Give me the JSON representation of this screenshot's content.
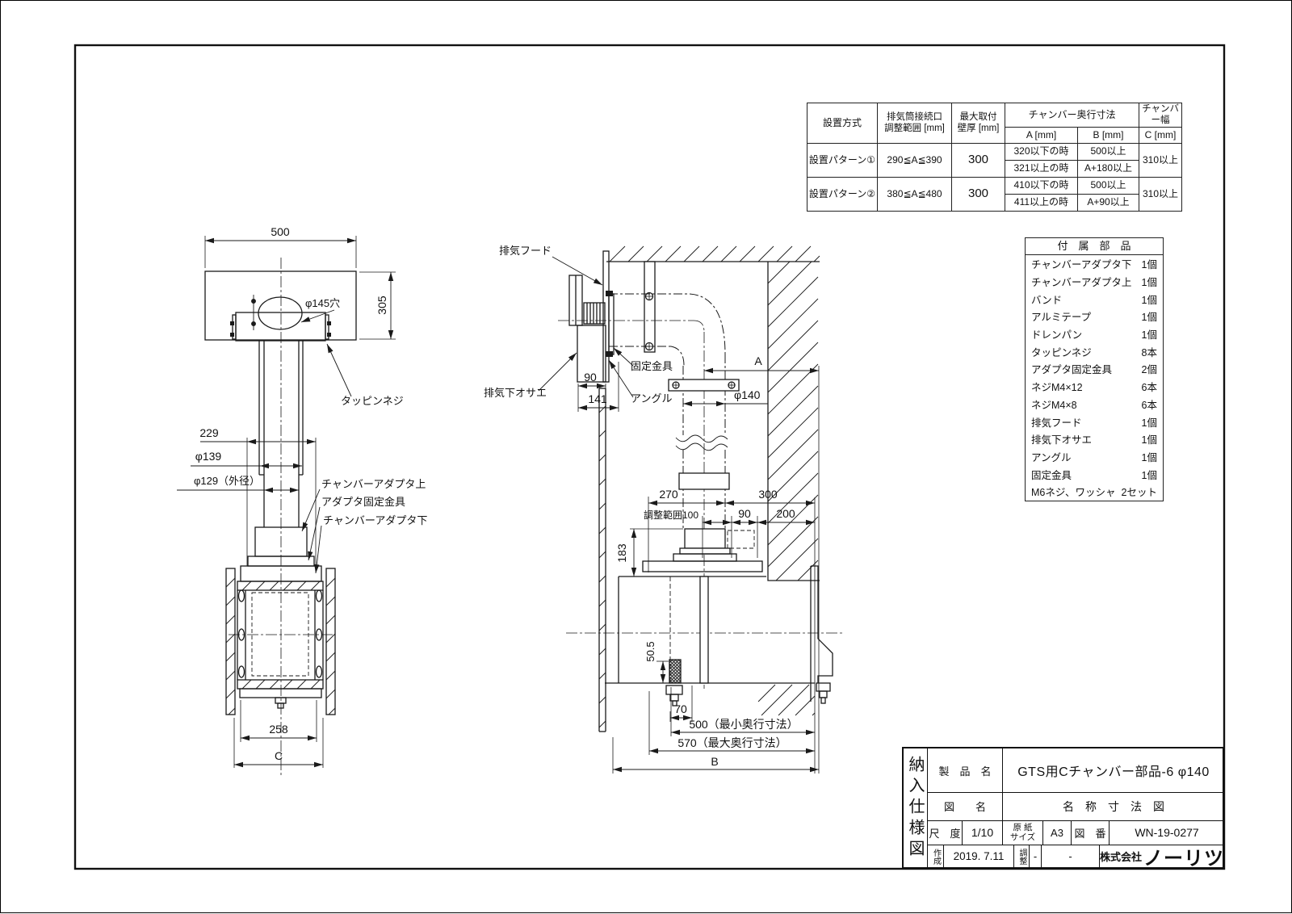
{
  "spec_table": {
    "header": {
      "method": "設置方式",
      "duct": "排気筒接続口\n調整範囲 [mm]",
      "wall": "最大取付\n壁厚 [mm]",
      "depth": "チャンバー奥行寸法",
      "a": "A [mm]",
      "b": "B [mm]",
      "width": "チャンバー幅",
      "c": "C [mm]"
    },
    "rows": [
      {
        "pattern": "設置パターン①",
        "range": "290≦A≦390",
        "wall": "300",
        "a1": "320以下の時",
        "b1": "500以上",
        "a2": "321以上の時",
        "b2": "A+180以上",
        "c": "310以上"
      },
      {
        "pattern": "設置パターン②",
        "range": "380≦A≦480",
        "wall": "300",
        "a1": "410以下の時",
        "b1": "500以上",
        "a2": "411以上の時",
        "b2": "A+90以上",
        "c": "310以上"
      }
    ]
  },
  "parts_table": {
    "title": "付　属　部　品",
    "rows": [
      {
        "name": "チャンバーアダプタ下",
        "qty": "1個"
      },
      {
        "name": "チャンバーアダプタ上",
        "qty": "1個"
      },
      {
        "name": "バンド",
        "qty": "1個"
      },
      {
        "name": "アルミテープ",
        "qty": "1個"
      },
      {
        "name": "ドレンパン",
        "qty": "1個"
      },
      {
        "name": "タッピンネジ",
        "qty": "8本"
      },
      {
        "name": "アダプタ固定金具",
        "qty": "2個"
      },
      {
        "name": "ネジM4×12",
        "qty": "6本"
      },
      {
        "name": "ネジM4×8",
        "qty": "6本"
      },
      {
        "name": "排気フード",
        "qty": "1個"
      },
      {
        "name": "排気下オサエ",
        "qty": "1個"
      },
      {
        "name": "アングル",
        "qty": "1個"
      },
      {
        "name": "固定金具",
        "qty": "1個"
      },
      {
        "name": "M6ネジ、ワッシャ",
        "qty": "2セット"
      }
    ]
  },
  "title_block": {
    "doc_type": "納入仕様図",
    "product_label": "製　品　名",
    "product_name": "GTS用Cチャンバー部品-6 φ140",
    "drawing_label": "図　　名",
    "drawing_name": "名　称　寸　法　図",
    "scale_label": "尺　度",
    "scale_value": "1/10",
    "paper_label": "原 紙\nサイズ",
    "paper_value": "A3",
    "number_label": "図　番",
    "drawing_number": "WN-19-0277",
    "created_label": "作成",
    "created_date": "2019. 7.11",
    "adjusted_label": "調整",
    "adjusted_value": "-",
    "note_value": "-",
    "company_prefix": "株式会社",
    "company_name": "ノーリツ"
  },
  "front_view": {
    "dim_width_top": "500",
    "hole_label": "φ145穴",
    "dim_height": "305",
    "tapping_label": "タッピンネジ",
    "dim_229": "229",
    "dim_139": "φ139",
    "dim_129": "φ129（外径）",
    "adapter_top_label": "チャンバーアダプタ上",
    "adapter_bracket_label": "アダプタ固定金具",
    "adapter_bottom_label": "チャンバーアダプタ下",
    "dim_258": "258",
    "dim_c": "C"
  },
  "side_view": {
    "hood_label": "排気フード",
    "hood_lower_label": "排気下オサエ",
    "bracket_label": "固定金具",
    "angle_label": "アングル",
    "dim_90": "90",
    "dim_141": "141",
    "dim_a": "A",
    "dim_phi140": "φ140",
    "dim_270": "270",
    "dim_300": "300",
    "dim_adjust": "調整範囲100",
    "dim_90b": "90",
    "dim_200": "200",
    "dim_183": "183",
    "dim_505": "50.5",
    "dim_70": "70",
    "dim_500min": "500（最小奥行寸法）",
    "dim_570max": "570（最大奥行寸法）",
    "dim_b": "B"
  }
}
